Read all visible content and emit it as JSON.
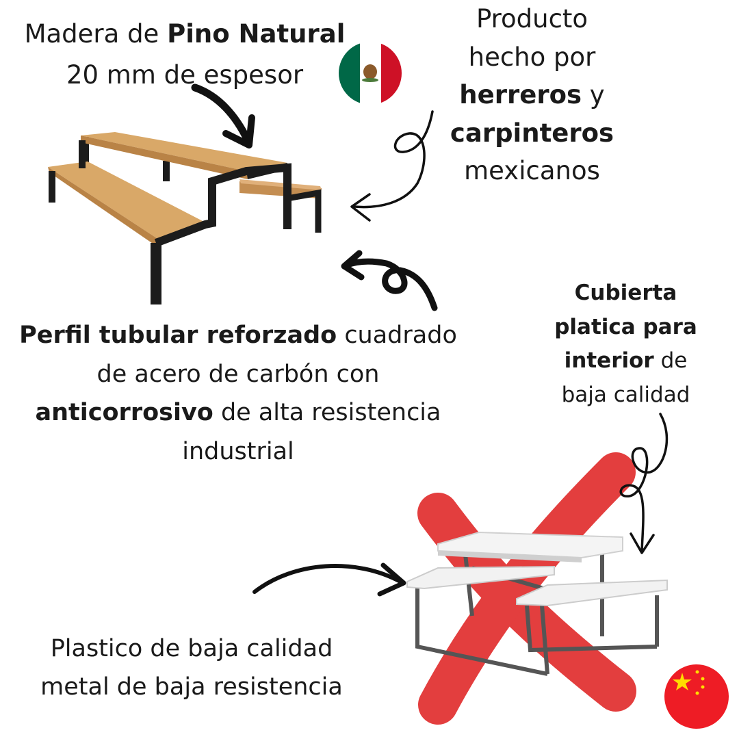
{
  "texts": {
    "madera": {
      "pre": "Madera de ",
      "bold": "Pino Natural",
      "line2": "20 mm de espesor"
    },
    "producto": {
      "line1": "Producto",
      "line2": "hecho por",
      "bold1": "herreros",
      "y": " y",
      "bold2": "carpinteros",
      "line5": "mexicanos"
    },
    "perfil": {
      "bold1": "Perfil tubular reforzado",
      "post1": " cuadrado",
      "line2": "de acero de carbón con",
      "bold2": "anticorrosivo",
      "post2": " de alta resistencia",
      "line4": "industrial"
    },
    "cubierta": {
      "bold1": "Cubierta",
      "bold2": "platica para",
      "bold3": "interior",
      "post3": " de",
      "line4": "baja calidad"
    },
    "plastico": {
      "line1": "Plastico de baja calidad",
      "line2": "metal de baja resistencia"
    }
  },
  "icons": {
    "mexico_flag": "mexico-flag-icon",
    "china_flag": "china-flag-icon",
    "reject_mark": "red-x-mark"
  },
  "colors": {
    "text": "#1a1a1a",
    "wood": "#d4a062",
    "steel": "#1c1c1c",
    "red_x": "#e02424",
    "mx_green": "#006847",
    "mx_red": "#ce1126",
    "cn_red": "#ee1c25",
    "cn_yellow": "#ffde00"
  }
}
